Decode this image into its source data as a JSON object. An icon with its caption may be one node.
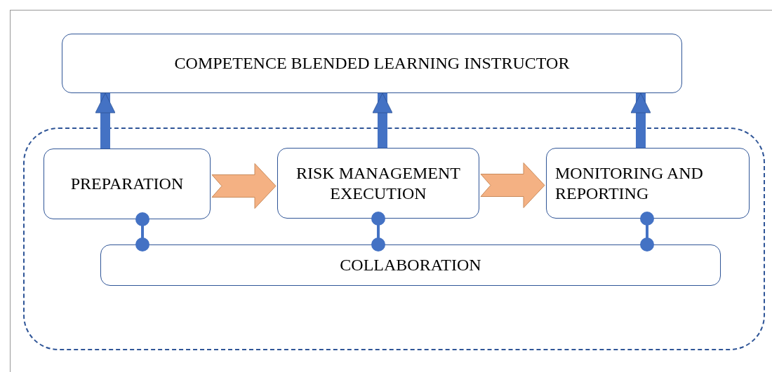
{
  "diagram": {
    "nodes": [
      {
        "text": [
          "COMPETENCE BLENDED LEARNING INSTRUCTOR"
        ]
      },
      {
        "text": [],
        "shape": "box"
      },
      {
        "text": [
          "PREPARATION"
        ],
        "in": 1
      },
      {
        "text": [
          "RISK MANAGEMENT",
          "EXECUTION"
        ],
        "in": 1
      },
      {
        "text": [
          "MONITORING AND REPORTING"
        ],
        "in": 1
      },
      {
        "text": [
          "COLLABORATION"
        ],
        "in": 1
      }
    ],
    "edges": [
      {
        "from": 2,
        "to": 0,
        "arrow": "to",
        "style": "thick"
      },
      {
        "from": 3,
        "to": 0,
        "arrow": "to",
        "style": "thick"
      },
      {
        "from": 4,
        "to": 0,
        "arrow": "to",
        "style": "thick"
      },
      {
        "from": 2,
        "to": 3,
        "arrow": "to",
        "style": "thick",
        "color": "#f4b183"
      },
      {
        "from": 3,
        "to": 4,
        "arrow": "to",
        "style": "thick",
        "color": "#f4b183"
      },
      {
        "from": 2,
        "to": 5,
        "arrow": "other"
      },
      {
        "from": 3,
        "to": 5,
        "arrow": "other"
      },
      {
        "from": 4,
        "to": 5,
        "arrow": "other"
      }
    ]
  }
}
